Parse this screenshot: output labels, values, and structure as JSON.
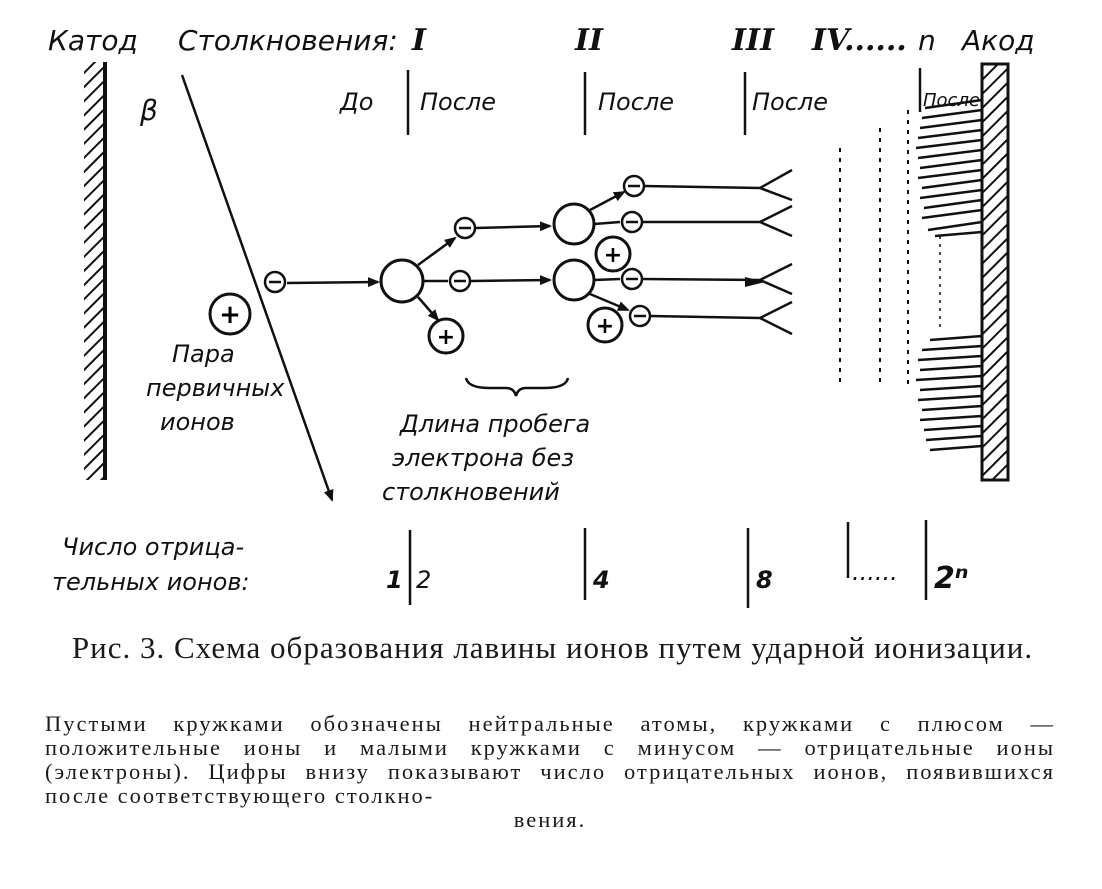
{
  "labels": {
    "cathode": "Катод",
    "collisions": "Столкновения:",
    "roman": [
      "I",
      "II",
      "III",
      "IV......",
      "n"
    ],
    "anode": "Акод",
    "beta": "β",
    "before": "До",
    "after": "После",
    "after_ii": "После",
    "pair": [
      "Пара",
      "первичных",
      "ионов"
    ],
    "free_path": [
      "Длина пробега",
      "электрона без",
      "столкновений"
    ],
    "count_label": [
      "Число отрица-",
      "тельных ионов:"
    ],
    "counts": [
      "1",
      "2",
      "4",
      "8",
      "2ⁿ"
    ],
    "dots": "......"
  },
  "symbols": {
    "plus": "+",
    "minus": "−"
  },
  "caption": {
    "title": "Рис. 3. Схема образования лавины ионов  путем ударной ионизации.",
    "note": "Пустыми кружками обозначены нейтральные атомы, кружками с плюсом — положительные ионы и малыми кружками с минусом — отрицательные ионы (электроны). Цифры внизу показывают число отрицательных ионов, появившихся после соответствующего столкно-",
    "note_end": "вения."
  }
}
